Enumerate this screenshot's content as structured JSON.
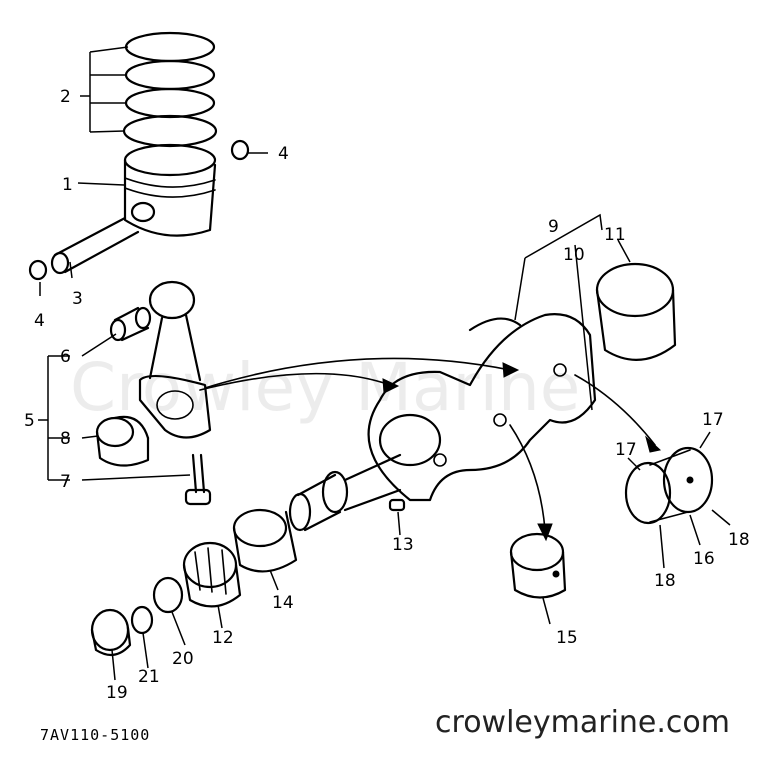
{
  "watermark": "Crowley Marine",
  "site": "crowleymarine.com",
  "drawing_code": "7AV110-5100",
  "callouts": [
    "1",
    "2",
    "3",
    "4",
    "4",
    "5",
    "6",
    "7",
    "8",
    "9",
    "10",
    "11",
    "12",
    "13",
    "14",
    "15",
    "16",
    "17",
    "17",
    "18",
    "18",
    "19",
    "20",
    "21"
  ]
}
